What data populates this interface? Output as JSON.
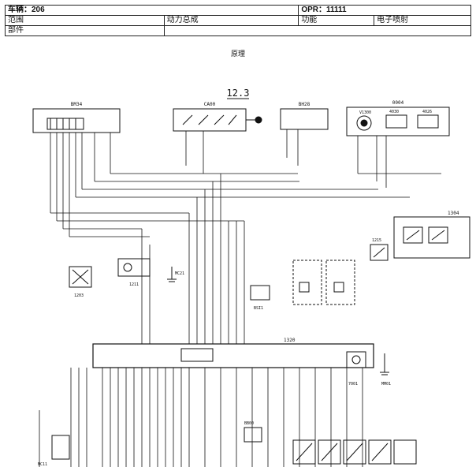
{
  "header": {
    "vehicle_label": "车辆：206",
    "opr_label": "OPR：11111",
    "scope_label": "范围",
    "scope_value": "动力总成",
    "function_label": "功能",
    "function_value": "电子喷射",
    "part_label": "部件",
    "part_value": ""
  },
  "doc_subtitle": "原理",
  "diagram": {
    "section_number": "12.3",
    "components": {
      "c_bm34": "BM34",
      "c_ca00": "CA00",
      "c_bh28": "BH28",
      "c_0004": "0004",
      "c_v1300": "V1300",
      "c_4030": "4030",
      "c_4026": "4026",
      "c_1304": "1304",
      "c_1215": "1215",
      "c_1203": "1203",
      "c_1211": "1211",
      "c_mc21": "MC21",
      "c_bsi1": "BSI1",
      "c_1320": "1320",
      "c_7001": "7001",
      "c_mm01": "MM01",
      "c_bb00": "BB00",
      "c_mc11": "MC11"
    }
  }
}
